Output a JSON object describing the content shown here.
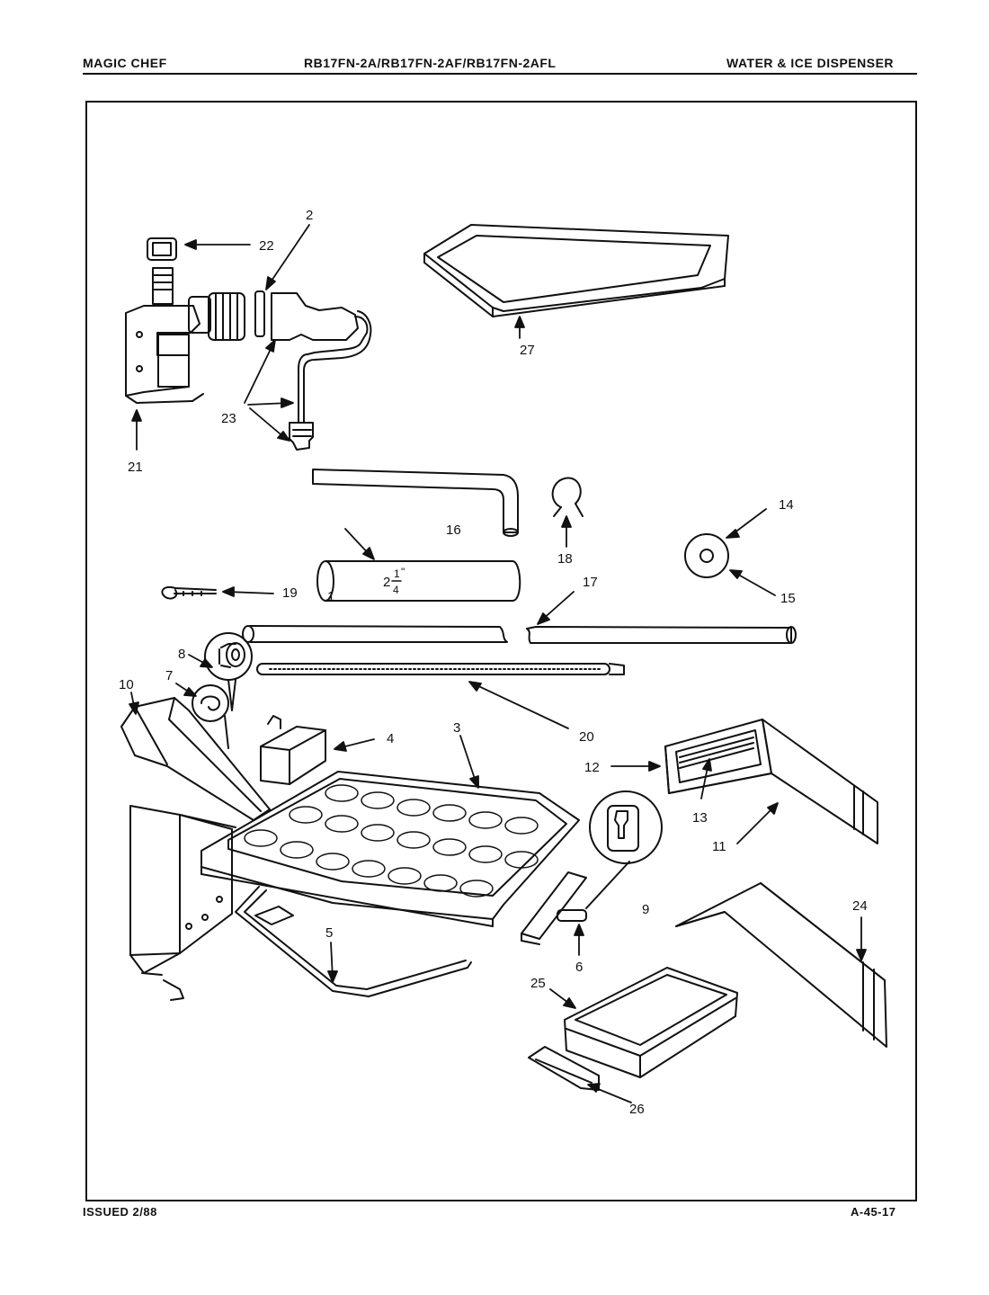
{
  "header": {
    "brand": "MAGIC CHEF",
    "models": "RB17FN-2A/RB17FN-2AF/RB17FN-2AFL",
    "section": "WATER & ICE DISPENSER"
  },
  "footer": {
    "issued": "ISSUED 2/88",
    "page_code": "A-45-17"
  },
  "callouts": [
    "1",
    "2",
    "3",
    "4",
    "5",
    "6",
    "7",
    "8",
    "9",
    "10",
    "11",
    "12",
    "13",
    "14",
    "15",
    "16",
    "17",
    "18",
    "19",
    "20",
    "21",
    "22",
    "23",
    "24",
    "25",
    "26",
    "27"
  ],
  "dimension": {
    "whole": "2",
    "num": "1",
    "den": "4",
    "unit": "\""
  }
}
